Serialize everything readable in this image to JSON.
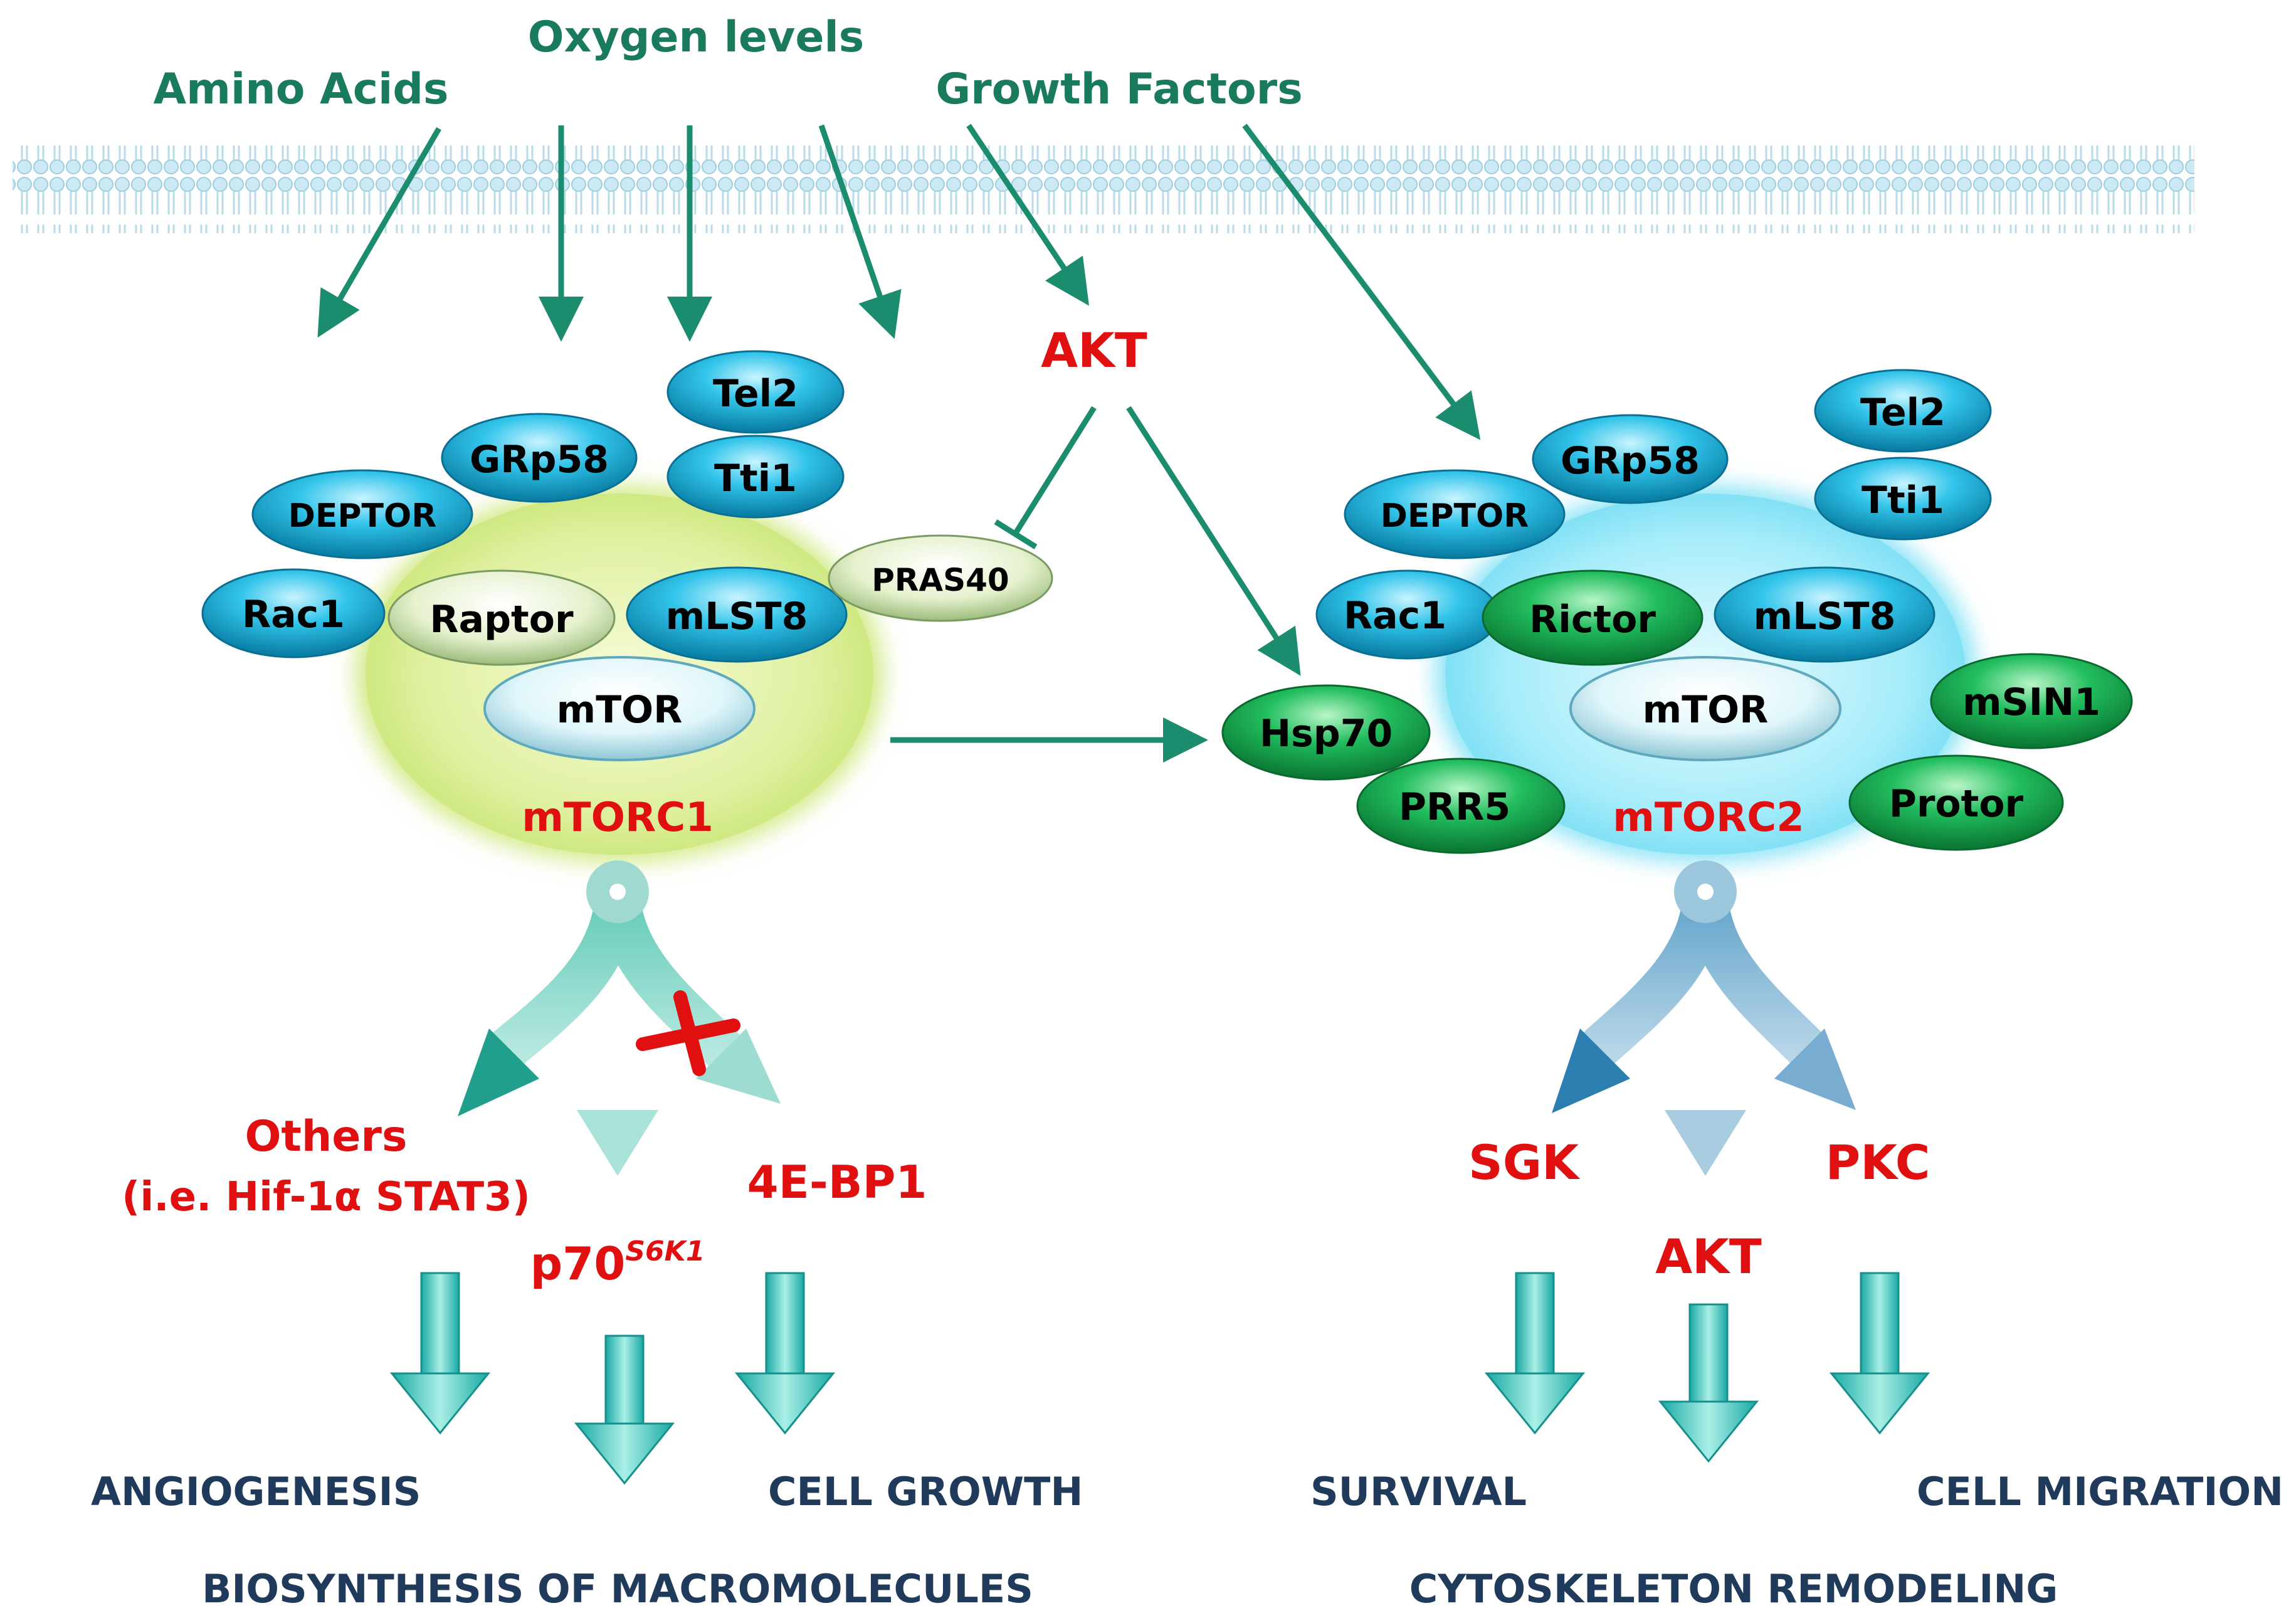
{
  "inputs": {
    "amino_acids": "Amino Acids",
    "oxygen_levels": "Oxygen levels",
    "growth_factors": "Growth Factors",
    "akt": "AKT"
  },
  "mtorc1": {
    "name": "mTORC1",
    "core": "mTOR",
    "proteins": {
      "tel2": "Tel2",
      "tti1": "Tti1",
      "grp58": "GRp58",
      "deptor": "DEPTOR",
      "rac1": "Rac1",
      "raptor": "Raptor",
      "mlst8": "mLST8",
      "pras40": "PRAS40"
    },
    "outputs": {
      "others": "Others",
      "others_detail": "(i.e. Hif-1α STAT3)",
      "p70": "p70",
      "p70_sup": "S6K1",
      "fourebp1": "4E-BP1"
    },
    "results": {
      "angiogenesis": "ANGIOGENESIS",
      "cell_growth": "CELL GROWTH",
      "biosynthesis": "BIOSYNTHESIS OF MACROMOLECULES"
    }
  },
  "mtorc2": {
    "name": "mTORC2",
    "core": "mTOR",
    "proteins": {
      "tel2": "Tel2",
      "tti1": "Tti1",
      "grp58": "GRp58",
      "deptor": "DEPTOR",
      "rac1": "Rac1",
      "rictor": "Rictor",
      "mlst8": "mLST8",
      "msin1": "mSIN1",
      "hsp70": "Hsp70",
      "prr5": "PRR5",
      "protor": "Protor"
    },
    "outputs": {
      "sgk": "SGK",
      "akt": "AKT",
      "pkc": "PKC"
    },
    "results": {
      "survival": "SURVIVAL",
      "cell_migration": "CELL MIGRATION",
      "cytoskeleton": "CYTOSKELETON REMODELING"
    }
  },
  "colors": {
    "input_text": "#1a7a5e",
    "arrow": "#1b8c6e",
    "red": "#e01010",
    "result_text": "#1f3a5a",
    "cyan_protein": "#2cc0e6",
    "green_protein": "#1fb85a",
    "pale_protein": "#e6f2d0",
    "mtorc1_halo": "#d6ee8a",
    "mtorc2_halo": "#8fe6f6",
    "fat_arrow": "#3cc6c0",
    "fork1": "#5dc9b6",
    "fork2": "#5fa6cc"
  }
}
